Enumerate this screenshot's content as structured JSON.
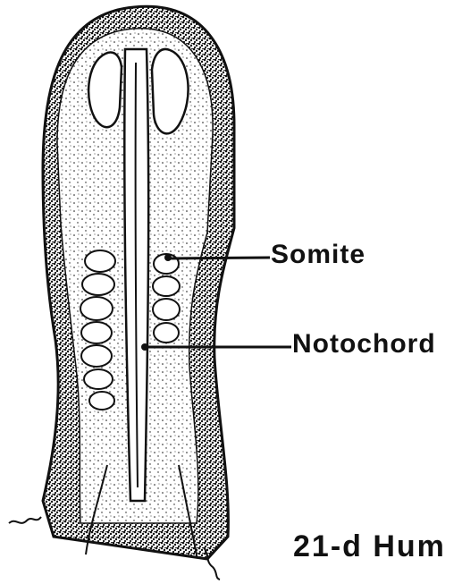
{
  "labels": {
    "somite": "Somite",
    "notochord": "Notochord",
    "caption": "21-d Hum"
  },
  "colors": {
    "ink": "#111111",
    "paper": "#ffffff"
  }
}
